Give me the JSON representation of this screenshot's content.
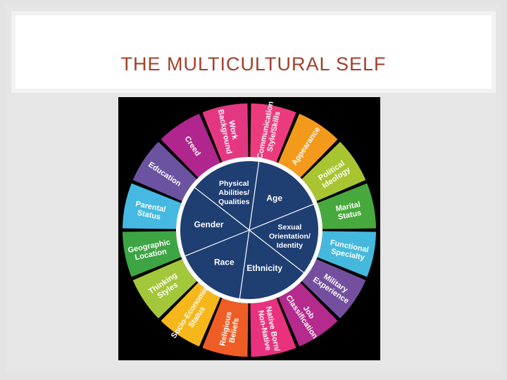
{
  "slide": {
    "title": "THE MULTICULTURAL SELF"
  },
  "wheel": {
    "outer_segments": [
      {
        "label": "Communication Style/Skills",
        "color": "#ec3b7c"
      },
      {
        "label": "Appearance",
        "color": "#f39a1c"
      },
      {
        "label": "Political Ideology",
        "color": "#a8c531"
      },
      {
        "label": "Marital Status",
        "color": "#47a93d"
      },
      {
        "label": "Functional Specialty",
        "color": "#45b8dd"
      },
      {
        "label": "Military Experience",
        "color": "#744f9f"
      },
      {
        "label": "Job Classification",
        "color": "#b42a8d"
      },
      {
        "label": "Native Born/ Non-Native",
        "color": "#e8327d"
      },
      {
        "label": "Religious Beliefs",
        "color": "#ee5d25"
      },
      {
        "label": "Socio-Economic Status",
        "color": "#f6b71b"
      },
      {
        "label": "Thinking Styles",
        "color": "#a3c73a"
      },
      {
        "label": "Geographic Location",
        "color": "#3ea545"
      },
      {
        "label": "Parental Status",
        "color": "#45b9e1"
      },
      {
        "label": "Education",
        "color": "#6c53a1"
      },
      {
        "label": "Creed",
        "color": "#b0268e"
      },
      {
        "label": "Work Background",
        "color": "#e43782"
      }
    ],
    "inner_segments": [
      {
        "label": "Age"
      },
      {
        "label": "Sexual Orientation/ Identity"
      },
      {
        "label": "Ethnicity"
      },
      {
        "label": "Race"
      },
      {
        "label": "Gender"
      },
      {
        "label": "Physical Abilities/ Qualities"
      }
    ],
    "core_color": "#1f3f73",
    "ring_gap_color": "#ffffff"
  }
}
